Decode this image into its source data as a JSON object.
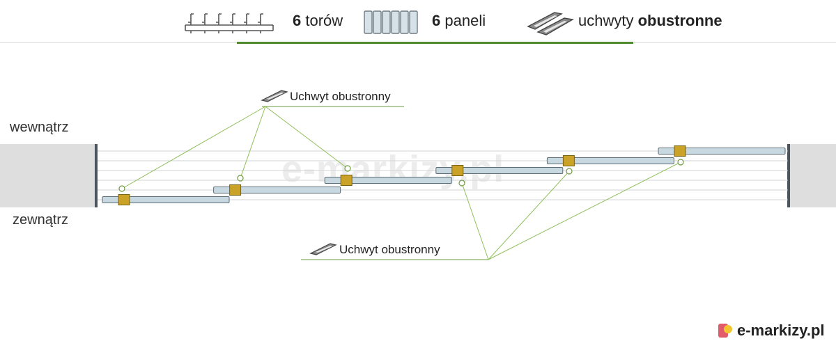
{
  "header": {
    "tracks_count": "6",
    "tracks_label": "torów",
    "panels_count": "6",
    "panels_label": "paneli",
    "handles_label": "uchwyty",
    "handles_value": "obustronne",
    "icons": [
      "tracks-icon",
      "panels-icon",
      "handles-icon"
    ]
  },
  "diagram": {
    "label_inside": "wewnątrz",
    "label_outside": "zewnątrz",
    "callout_top": "Uchwyt obustronny",
    "callout_bottom": "Uchwyt obustronny",
    "watermark": "e-markizy.pl",
    "panel_count": 6,
    "track_count": 6
  },
  "brand": {
    "name": "e-markizy.pl",
    "logo": "e-markizy-logo-icon"
  },
  "colors": {
    "accent_green": "#4f8a2f",
    "leader_green": "#7cb342",
    "handle_gold": "#c9a227",
    "wall_gray": "#dedede",
    "panel_blue": "#c8d8e0"
  }
}
